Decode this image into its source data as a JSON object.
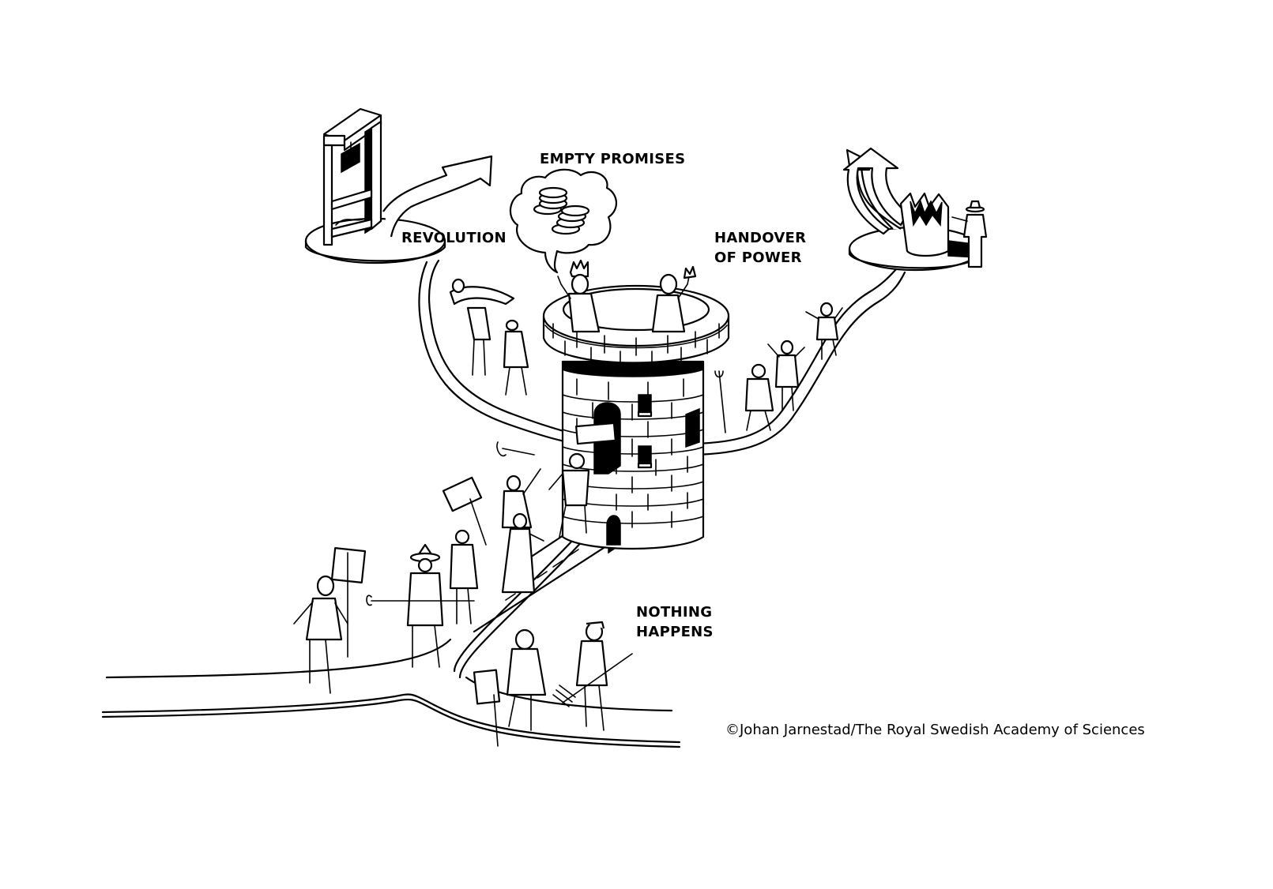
{
  "illustration": {
    "labels": {
      "revolution": "REVOLUTION",
      "empty_promises": "EMPTY PROMISES",
      "handover_of_power": "HANDOVER\nOF POWER",
      "nothing_happens": "NOTHING\nHAPPENS"
    },
    "credit": "©Johan Jarnestad/The Royal Swedish Academy of Sciences",
    "elements": {
      "guillotine": "guillotine-icon",
      "coins": "coins-icon",
      "crown": "crown-icon",
      "tower": "tower-icon",
      "arrows": "arrow-up-icon"
    },
    "colors": {
      "ink": "#000000",
      "paper": "#ffffff"
    }
  }
}
